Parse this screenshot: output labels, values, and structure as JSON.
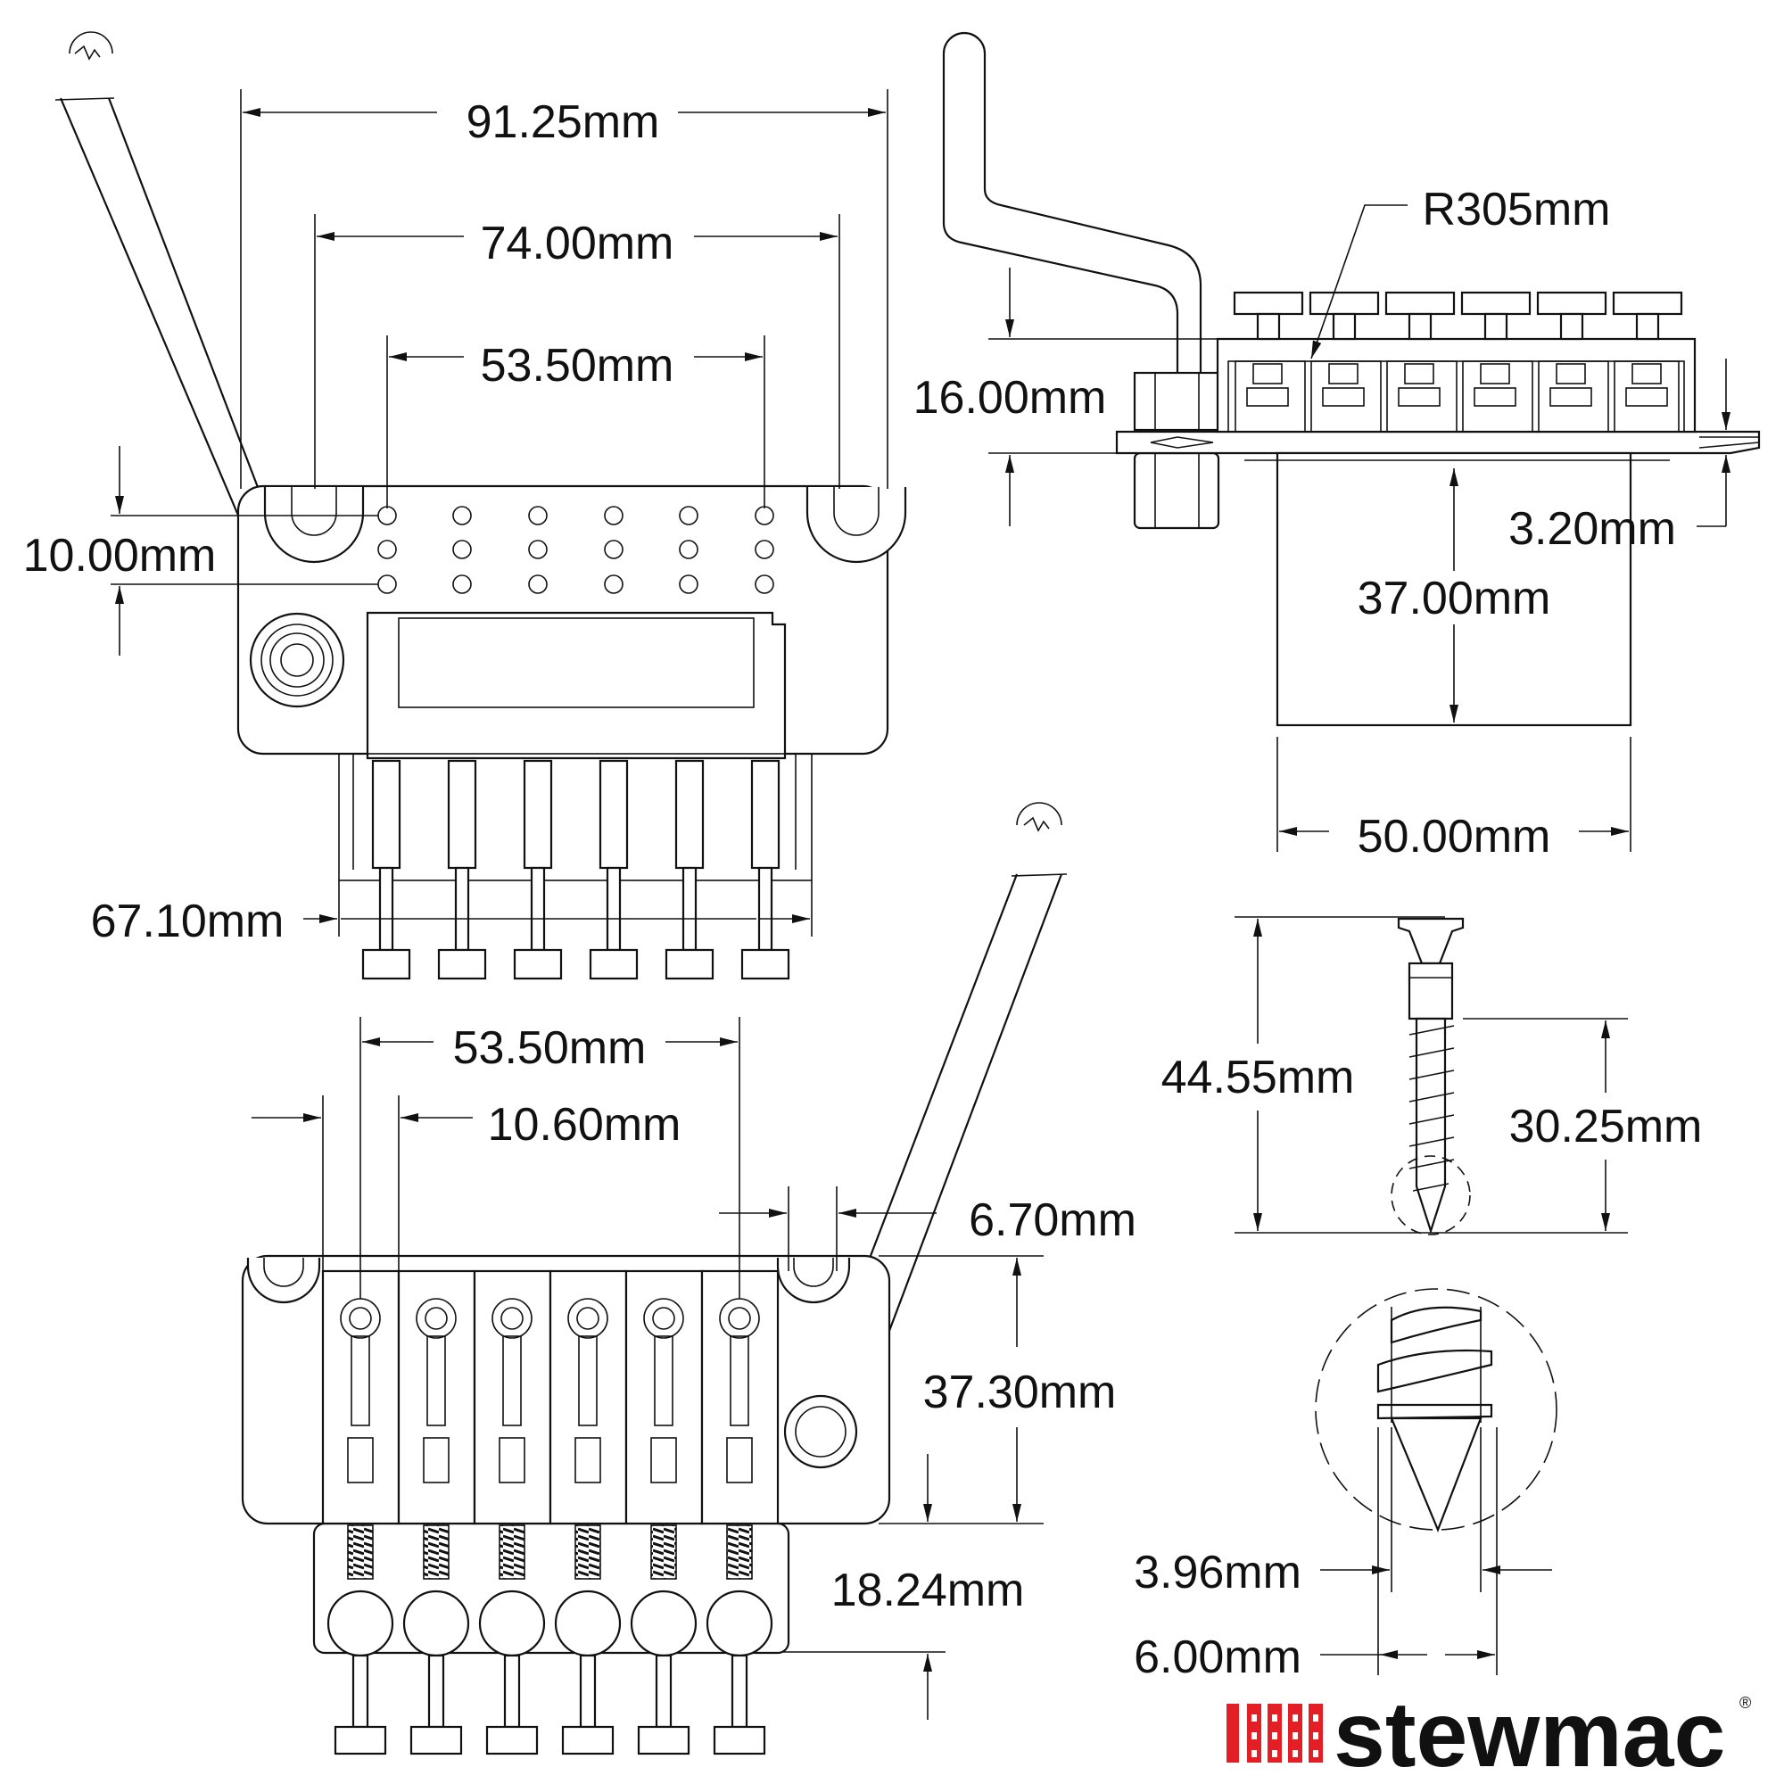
{
  "dimensions": {
    "top_view": {
      "overall_width": "91.25mm",
      "mount_spacing": "74.00mm",
      "string_spacing": "53.50mm",
      "hole_rows": "10.00mm",
      "block_width": "67.10mm"
    },
    "side_view": {
      "radius": "R305mm",
      "height": "16.00mm",
      "plate_thickness": "3.20mm",
      "block_depth": "37.00mm",
      "block_length": "50.00mm"
    },
    "bottom_view": {
      "string_spacing": "53.50mm",
      "saddle_width": "10.60mm",
      "edge_offset": "6.70mm",
      "base_length": "37.30mm",
      "fine_tuner_length": "18.24mm"
    },
    "screw": {
      "overall_length": "44.55mm",
      "thread_length": "30.25mm",
      "root_diameter": "3.96mm",
      "major_diameter": "6.00mm"
    }
  },
  "brand": {
    "name": "stewmac",
    "mark": "®",
    "color": "#e31e24"
  }
}
